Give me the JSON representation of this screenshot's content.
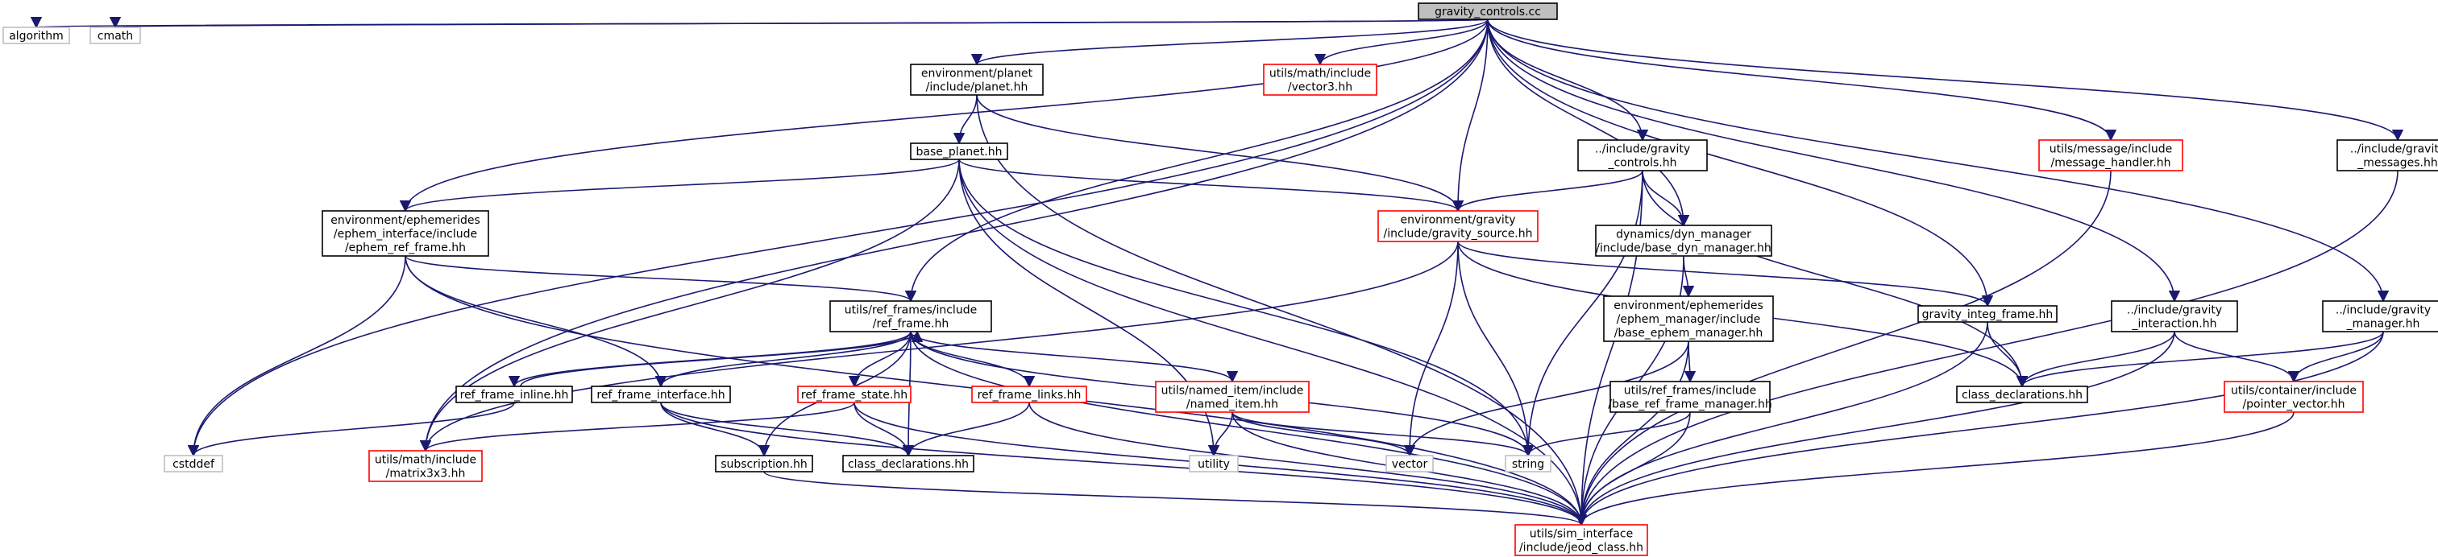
{
  "title": "gravity_controls.cc",
  "colors": {
    "root_fill": "#bfbfbf",
    "normal_border": "#000000",
    "missing_border": "#ff0000",
    "system_border": "#bfbfbf",
    "edge": "#191970"
  },
  "nodes": [
    {
      "id": "root",
      "style": "root",
      "lines": [
        "gravity_controls.cc"
      ]
    },
    {
      "id": "algorithm",
      "style": "system",
      "lines": [
        "algorithm"
      ]
    },
    {
      "id": "cmath",
      "style": "system",
      "lines": [
        "cmath"
      ]
    },
    {
      "id": "planet",
      "style": "normal",
      "lines": [
        "environment/planet",
        "/include/planet.hh"
      ]
    },
    {
      "id": "vector3",
      "style": "missing",
      "lines": [
        "utils/math/include",
        "/vector3.hh"
      ]
    },
    {
      "id": "gctl",
      "style": "normal",
      "lines": [
        "../include/gravity",
        "_controls.hh"
      ]
    },
    {
      "id": "msghandler",
      "style": "missing",
      "lines": [
        "utils/message/include",
        "/message_handler.hh"
      ]
    },
    {
      "id": "gmsg",
      "style": "normal",
      "lines": [
        "../include/gravity",
        "_messages.hh"
      ]
    },
    {
      "id": "baseplanet",
      "style": "normal",
      "lines": [
        "base_planet.hh"
      ]
    },
    {
      "id": "ephemref",
      "style": "normal",
      "lines": [
        "environment/ephemerides",
        "/ephem_interface/include",
        "/ephem_ref_frame.hh"
      ]
    },
    {
      "id": "gsrc",
      "style": "missing",
      "lines": [
        "environment/gravity",
        "/include/gravity_source.hh"
      ]
    },
    {
      "id": "basedyn",
      "style": "normal",
      "lines": [
        "dynamics/dyn_manager",
        "/include/base_dyn_manager.hh"
      ]
    },
    {
      "id": "refframe",
      "style": "normal",
      "lines": [
        "utils/ref_frames/include",
        "/ref_frame.hh"
      ]
    },
    {
      "id": "baseephem",
      "style": "normal",
      "lines": [
        "environment/ephemerides",
        "/ephem_manager/include",
        "/base_ephem_manager.hh"
      ]
    },
    {
      "id": "ginteg",
      "style": "normal",
      "lines": [
        "gravity_integ_frame.hh"
      ]
    },
    {
      "id": "ginter",
      "style": "normal",
      "lines": [
        "../include/gravity",
        "_interaction.hh"
      ]
    },
    {
      "id": "gmgr",
      "style": "normal",
      "lines": [
        "../include/gravity",
        "_manager.hh"
      ]
    },
    {
      "id": "rfinline",
      "style": "normal",
      "lines": [
        "ref_frame_inline.hh"
      ]
    },
    {
      "id": "rfiface",
      "style": "normal",
      "lines": [
        "ref_frame_interface.hh"
      ]
    },
    {
      "id": "rfstate",
      "style": "missing",
      "lines": [
        "ref_frame_state.hh"
      ]
    },
    {
      "id": "rflinks",
      "style": "missing",
      "lines": [
        "ref_frame_links.hh"
      ]
    },
    {
      "id": "nameditem",
      "style": "missing",
      "lines": [
        "utils/named_item/include",
        "/named_item.hh"
      ]
    },
    {
      "id": "baserf",
      "style": "normal",
      "lines": [
        "utils/ref_frames/include",
        "/base_ref_frame_manager.hh"
      ]
    },
    {
      "id": "classdecl2",
      "style": "normal",
      "lines": [
        "class_declarations.hh"
      ]
    },
    {
      "id": "ptrvec",
      "style": "missing",
      "lines": [
        "utils/container/include",
        "/pointer_vector.hh"
      ]
    },
    {
      "id": "cstddef",
      "style": "system",
      "lines": [
        "cstddef"
      ]
    },
    {
      "id": "matrix",
      "style": "missing",
      "lines": [
        "utils/math/include",
        "/matrix3x3.hh"
      ]
    },
    {
      "id": "subscr",
      "style": "normal",
      "lines": [
        "subscription.hh"
      ]
    },
    {
      "id": "classdecl1",
      "style": "normal",
      "lines": [
        "class_declarations.hh"
      ]
    },
    {
      "id": "utility",
      "style": "system",
      "lines": [
        "utility"
      ]
    },
    {
      "id": "vector",
      "style": "system",
      "lines": [
        "vector"
      ]
    },
    {
      "id": "string",
      "style": "system",
      "lines": [
        "string"
      ]
    },
    {
      "id": "jeod",
      "style": "missing",
      "lines": [
        "utils/sim_interface",
        "/include/jeod_class.hh"
      ]
    }
  ],
  "edges": [
    [
      "root",
      "algorithm"
    ],
    [
      "root",
      "cmath"
    ],
    [
      "root",
      "planet"
    ],
    [
      "root",
      "vector3"
    ],
    [
      "root",
      "gctl"
    ],
    [
      "root",
      "msghandler"
    ],
    [
      "root",
      "gmsg"
    ],
    [
      "root",
      "ephemref"
    ],
    [
      "root",
      "gsrc"
    ],
    [
      "root",
      "basedyn"
    ],
    [
      "root",
      "refframe"
    ],
    [
      "root",
      "ginteg"
    ],
    [
      "root",
      "ginter"
    ],
    [
      "root",
      "gmgr"
    ],
    [
      "root",
      "cstddef"
    ],
    [
      "root",
      "matrix"
    ],
    [
      "planet",
      "baseplanet"
    ],
    [
      "planet",
      "gsrc"
    ],
    [
      "planet",
      "jeod"
    ],
    [
      "baseplanet",
      "ephemref"
    ],
    [
      "baseplanet",
      "gsrc"
    ],
    [
      "baseplanet",
      "utility"
    ],
    [
      "baseplanet",
      "string"
    ],
    [
      "baseplanet",
      "jeod"
    ],
    [
      "baseplanet",
      "matrix"
    ],
    [
      "gctl",
      "gsrc"
    ],
    [
      "gctl",
      "basedyn"
    ],
    [
      "gctl",
      "string"
    ],
    [
      "gctl",
      "jeod"
    ],
    [
      "gctl",
      "classdecl2"
    ],
    [
      "msghandler",
      "jeod"
    ],
    [
      "gmsg",
      "jeod"
    ],
    [
      "ephemref",
      "refframe"
    ],
    [
      "ephemref",
      "rfiface"
    ],
    [
      "ephemref",
      "cstddef"
    ],
    [
      "ephemref",
      "jeod"
    ],
    [
      "gsrc",
      "ginteg"
    ],
    [
      "gsrc",
      "classdecl2"
    ],
    [
      "gsrc",
      "vector"
    ],
    [
      "gsrc",
      "string"
    ],
    [
      "gsrc",
      "matrix"
    ],
    [
      "basedyn",
      "baseephem"
    ],
    [
      "basedyn",
      "jeod"
    ],
    [
      "refframe",
      "rfinline"
    ],
    [
      "refframe",
      "rfiface"
    ],
    [
      "refframe",
      "rfstate"
    ],
    [
      "refframe",
      "rflinks"
    ],
    [
      "refframe",
      "nameditem"
    ],
    [
      "refframe",
      "subscr"
    ],
    [
      "refframe",
      "classdecl1"
    ],
    [
      "refframe",
      "string"
    ],
    [
      "refframe",
      "jeod"
    ],
    [
      "rfinline",
      "refframe"
    ],
    [
      "rfinline",
      "cstddef"
    ],
    [
      "rfiface",
      "subscr"
    ],
    [
      "rfiface",
      "classdecl1"
    ],
    [
      "rfiface",
      "jeod"
    ],
    [
      "rfstate",
      "classdecl1"
    ],
    [
      "rfstate",
      "matrix"
    ],
    [
      "rfstate",
      "jeod"
    ],
    [
      "rflinks",
      "classdecl1"
    ],
    [
      "rflinks",
      "jeod"
    ],
    [
      "nameditem",
      "utility"
    ],
    [
      "nameditem",
      "vector"
    ],
    [
      "nameditem",
      "string"
    ],
    [
      "nameditem",
      "jeod"
    ],
    [
      "subscr",
      "jeod"
    ],
    [
      "baseephem",
      "baserf"
    ],
    [
      "baseephem",
      "vector"
    ],
    [
      "baseephem",
      "jeod"
    ],
    [
      "baserf",
      "string"
    ],
    [
      "baserf",
      "jeod"
    ],
    [
      "ginteg",
      "classdecl2"
    ],
    [
      "ginteg",
      "jeod"
    ],
    [
      "ginter",
      "classdecl2"
    ],
    [
      "ginter",
      "ptrvec"
    ],
    [
      "ginter",
      "jeod"
    ],
    [
      "gmgr",
      "classdecl2"
    ],
    [
      "gmgr",
      "ptrvec"
    ],
    [
      "gmgr",
      "jeod"
    ],
    [
      "ptrvec",
      "jeod"
    ]
  ]
}
